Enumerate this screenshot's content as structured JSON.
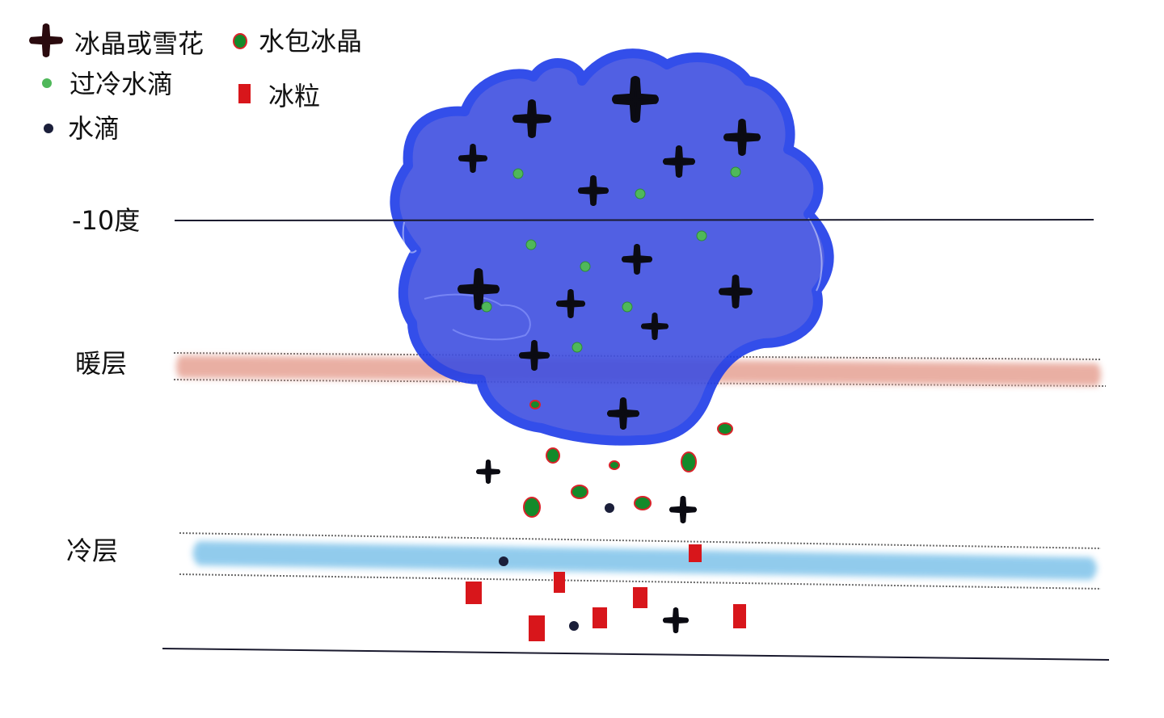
{
  "legend": {
    "snowflake": "冰晶或雪花",
    "coated_crystal": "水包冰晶",
    "supercooled_droplet": "过冷水滴",
    "ice_pellet": "冰粒",
    "droplet": "水滴"
  },
  "levels": {
    "minus10": "-10度",
    "warm_layer": "暖层",
    "cold_layer": "冷层"
  },
  "colors": {
    "cloud_fill": "#3f4fe0",
    "cloud_outline": "#1d3be8",
    "warm_layer": "#e8a99c",
    "cold_layer": "#8cc9ec",
    "snowflake": "#0b0b12",
    "supercooled_droplet": "#4fb85a",
    "coated_crystal_fill": "#138a2a",
    "coated_crystal_edge": "#d8232a",
    "ice_pellet": "#d8161b",
    "droplet": "#1b1f3a",
    "line": "#1a1a2e"
  },
  "icons": [
    "snowflake-icon",
    "coated-crystal-icon",
    "supercooled-droplet-icon",
    "ice-pellet-icon",
    "droplet-icon"
  ]
}
